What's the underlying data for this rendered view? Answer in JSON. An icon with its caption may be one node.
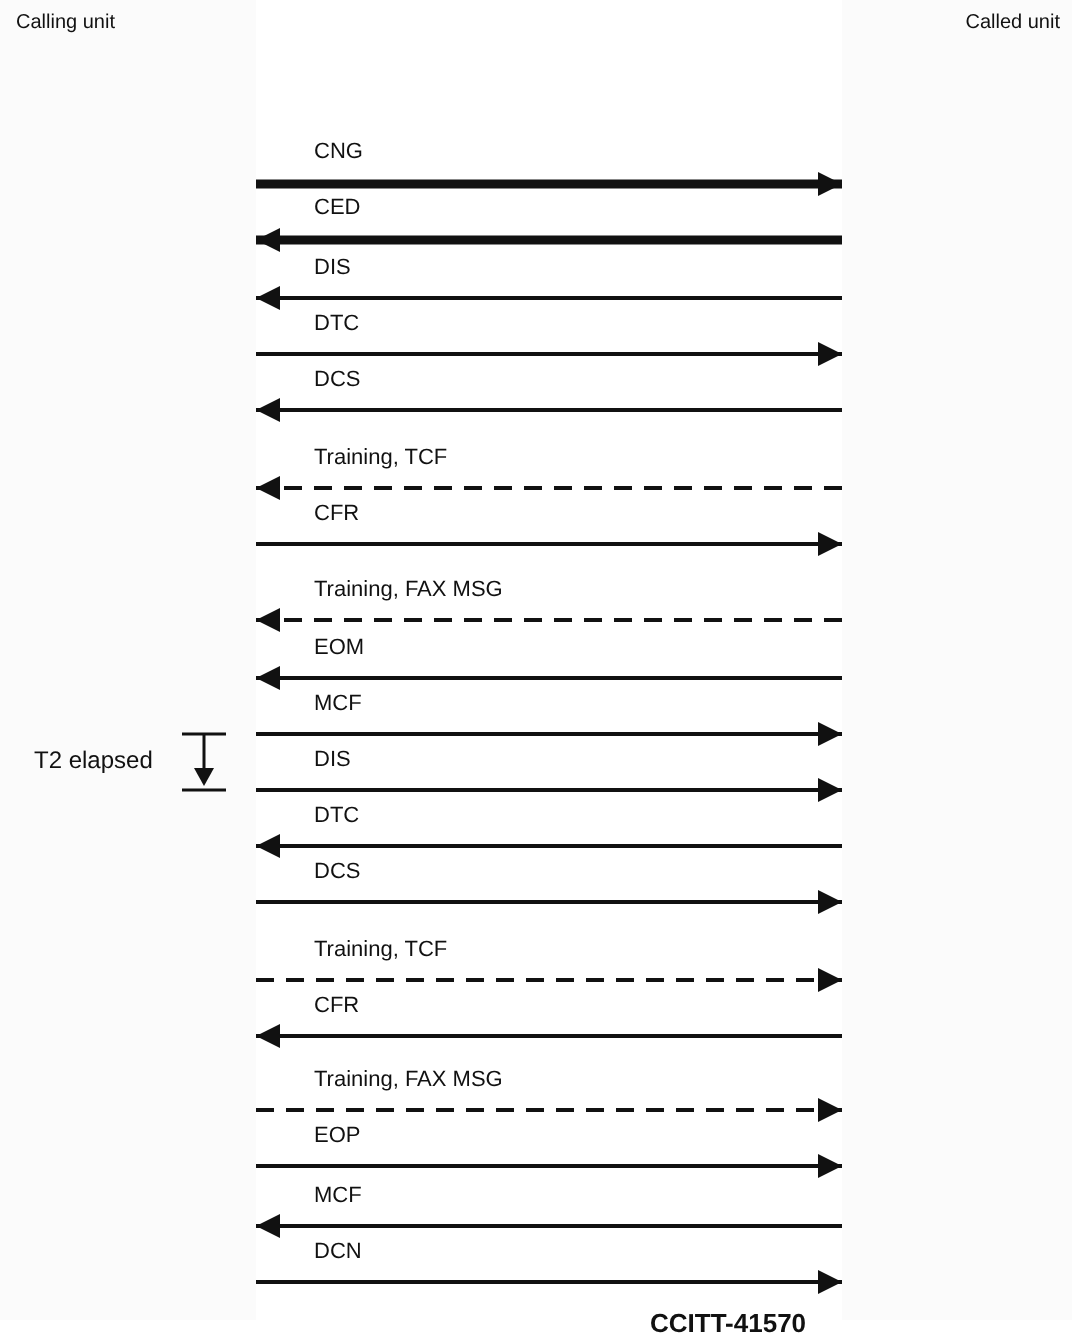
{
  "diagram": {
    "nodes": [
      {
        "text": [
          "Calling unit"
        ]
      },
      {
        "text": [
          "Called unit"
        ]
      }
    ],
    "edges": [
      {
        "from": 0,
        "to": 1,
        "arrow": "to",
        "label": "CNG",
        "style": "thick"
      },
      {
        "from": 1,
        "to": 0,
        "arrow": "to",
        "label": "CED",
        "style": "thick"
      },
      {
        "from": 1,
        "to": 0,
        "arrow": "to",
        "label": "DIS"
      },
      {
        "from": 0,
        "to": 1,
        "arrow": "to",
        "label": "DTC"
      },
      {
        "from": 1,
        "to": 0,
        "arrow": "to",
        "label": "DCS"
      },
      {
        "from": 1,
        "to": 0,
        "arrow": "to",
        "label": "Training, TCF",
        "style": "dashed"
      },
      {
        "from": 0,
        "to": 1,
        "arrow": "to",
        "label": "CFR"
      },
      {
        "from": 1,
        "to": 0,
        "arrow": "to",
        "label": "Training, FAX MSG",
        "style": "dashed"
      },
      {
        "from": 1,
        "to": 0,
        "arrow": "to",
        "label": "EOM"
      },
      {
        "from": 0,
        "to": 1,
        "arrow": "to",
        "label": "MCF"
      },
      {
        "from": 0,
        "to": 1,
        "arrow": "to",
        "label": "DIS"
      },
      {
        "from": 1,
        "to": 0,
        "arrow": "to",
        "label": "DTC"
      },
      {
        "from": 0,
        "to": 1,
        "arrow": "to",
        "label": "DCS"
      },
      {
        "from": 0,
        "to": 1,
        "arrow": "to",
        "label": "Training, TCF",
        "style": "dashed"
      },
      {
        "from": 1,
        "to": 0,
        "arrow": "to",
        "label": "CFR"
      },
      {
        "from": 0,
        "to": 1,
        "arrow": "to",
        "label": "Training, FAX MSG",
        "style": "dashed"
      },
      {
        "from": 0,
        "to": 1,
        "arrow": "to",
        "label": "EOP"
      },
      {
        "from": 1,
        "to": 0,
        "arrow": "to",
        "label": "MCF"
      },
      {
        "from": 0,
        "to": 1,
        "arrow": "to",
        "label": "DCN"
      }
    ],
    "labels": [
      "T2 elapsed",
      "CCITT-41570"
    ]
  }
}
